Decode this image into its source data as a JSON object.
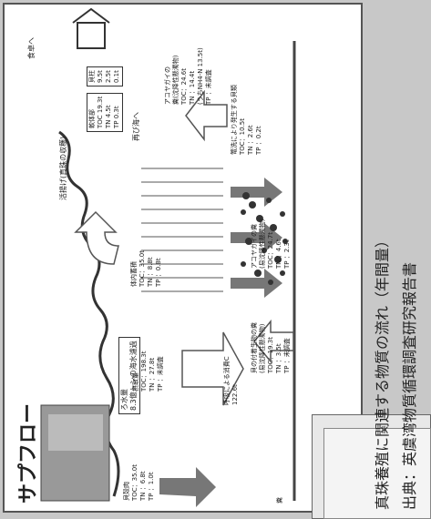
{
  "slide": {
    "title": "サプフロー",
    "feces_label": "糞",
    "seawater_box": [
      "ろ水量",
      "8.3億トンの海水濾過"
    ],
    "intake": [
      "摂取量",
      "TOC：198.3t",
      "TN ：27.8t",
      "TP ：未調査"
    ],
    "respiration": [
      "呼吸による消費C",
      "122.6t"
    ],
    "harvest": [
      "貝殻肉",
      "TOC：35.0t",
      "TN ：6.8t",
      "TP ：1.0t"
    ],
    "body": [
      "体内蓄積",
      "TOC：35.0t",
      "TN ：8.8t",
      "TP ：0.8t"
    ],
    "shipping_label": "活揚げ(真珠の収穫)",
    "shipping": [
      "軟体部",
      "TOC 19.3t",
      "TN 4.5t",
      "TP 0.3t"
    ],
    "pearl": [
      "貝柱",
      "9.5t",
      "2.5t",
      "0.1t"
    ],
    "food_label": "食卓へ",
    "reuse_label": "再び海へ",
    "shell_feces": [
      "アコヤガイの",
      "糞(沈降性懸濁物)",
      "TOC：24.6t",
      "TN ：14.4t",
      "(うちNH4-N 13.5t)",
      "TP ：未調査"
    ],
    "organisms": [
      "篭洗により発生する貝類",
      "TOC：10.5t",
      "TN ：2.6t",
      "TP ：0.2t"
    ],
    "attached": [
      "貝の付着生物の糞",
      "(易沈降性懸濁物)",
      "TOC：19.3t",
      "TN ：3.5t",
      "TP ：未調査"
    ],
    "akoya": [
      "アコヤガイの糞",
      "(易沈降性懸濁物)",
      "TOC：24.7t",
      "TN ：4.6t",
      "TP ：2.3t"
    ]
  },
  "caption": "真珠養殖に関連する物質の流れ（年間量）",
  "source": "出典：英虞湾物質循環調査研究報告書"
}
